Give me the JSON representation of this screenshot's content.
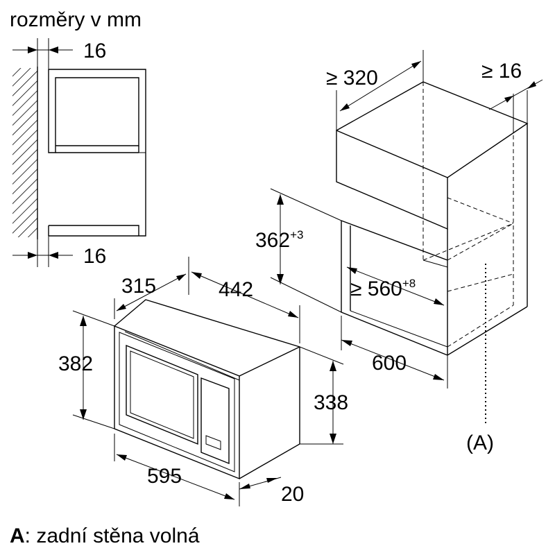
{
  "units_title": "rozměry v mm",
  "side_view": {
    "top_gap": "16",
    "bottom_gap": "16"
  },
  "cabinet": {
    "depth_min": "≥ 320",
    "side_gap_min": "≥ 16",
    "opening_height": "362",
    "opening_height_tol": "+3",
    "opening_width": "≥ 560",
    "opening_width_tol": "+8",
    "cabinet_width": "600",
    "rear_marker": "(A)"
  },
  "appliance": {
    "depth": "315",
    "body_width": "442",
    "total_height": "382",
    "body_height": "338",
    "total_width": "595",
    "front_depth": "20"
  },
  "legend": {
    "key": "A",
    "text": ": zadní stěna volná"
  }
}
